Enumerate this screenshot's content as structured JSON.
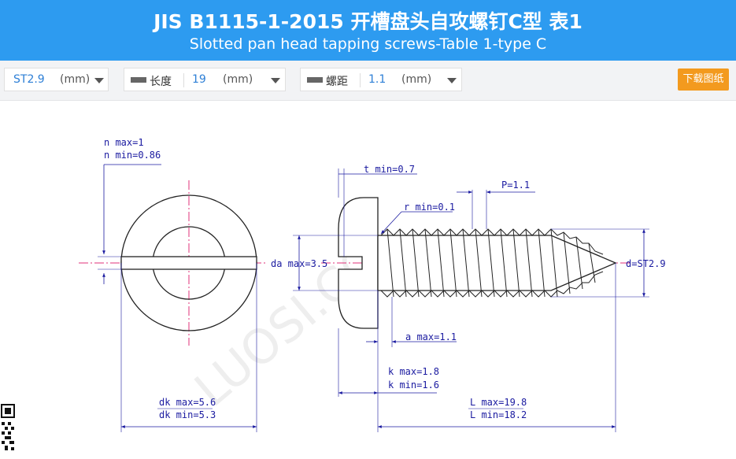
{
  "header": {
    "title": "JIS B1115-1-2015 开槽盘头自攻螺钉C型 表1",
    "subtitle": "Slotted pan head tapping screws-Table 1-type C"
  },
  "toolbar": {
    "spec": {
      "value": "ST2.9",
      "unit": "(mm)"
    },
    "length": {
      "label": "长度",
      "value": "19",
      "unit": "(mm)"
    },
    "pitch": {
      "label": "螺距",
      "value": "1.1",
      "unit": "(mm)"
    },
    "download_label": "下载图纸"
  },
  "drawing": {
    "n_max": "n max=1",
    "n_min": "n min=0.86",
    "t_min": "t min=0.7",
    "p": "P=1.1",
    "r_min": "r min=0.1",
    "da_max": "da max=3.5",
    "d": "d=ST2.9",
    "a_max": "a max=1.1",
    "k_max": "k max=1.8",
    "k_min": "k min=1.6",
    "dk_max": "dk max=5.6",
    "dk_min": "dk min=5.3",
    "L_max": "L max=19.8",
    "L_min": "L min=18.2",
    "watermark": "LUOSI.CC"
  },
  "colors": {
    "header_bg": "#2d9bf0",
    "download_bg": "#f39a1e",
    "dim_line": "#1a1aa0",
    "center_line": "#e0307a"
  }
}
